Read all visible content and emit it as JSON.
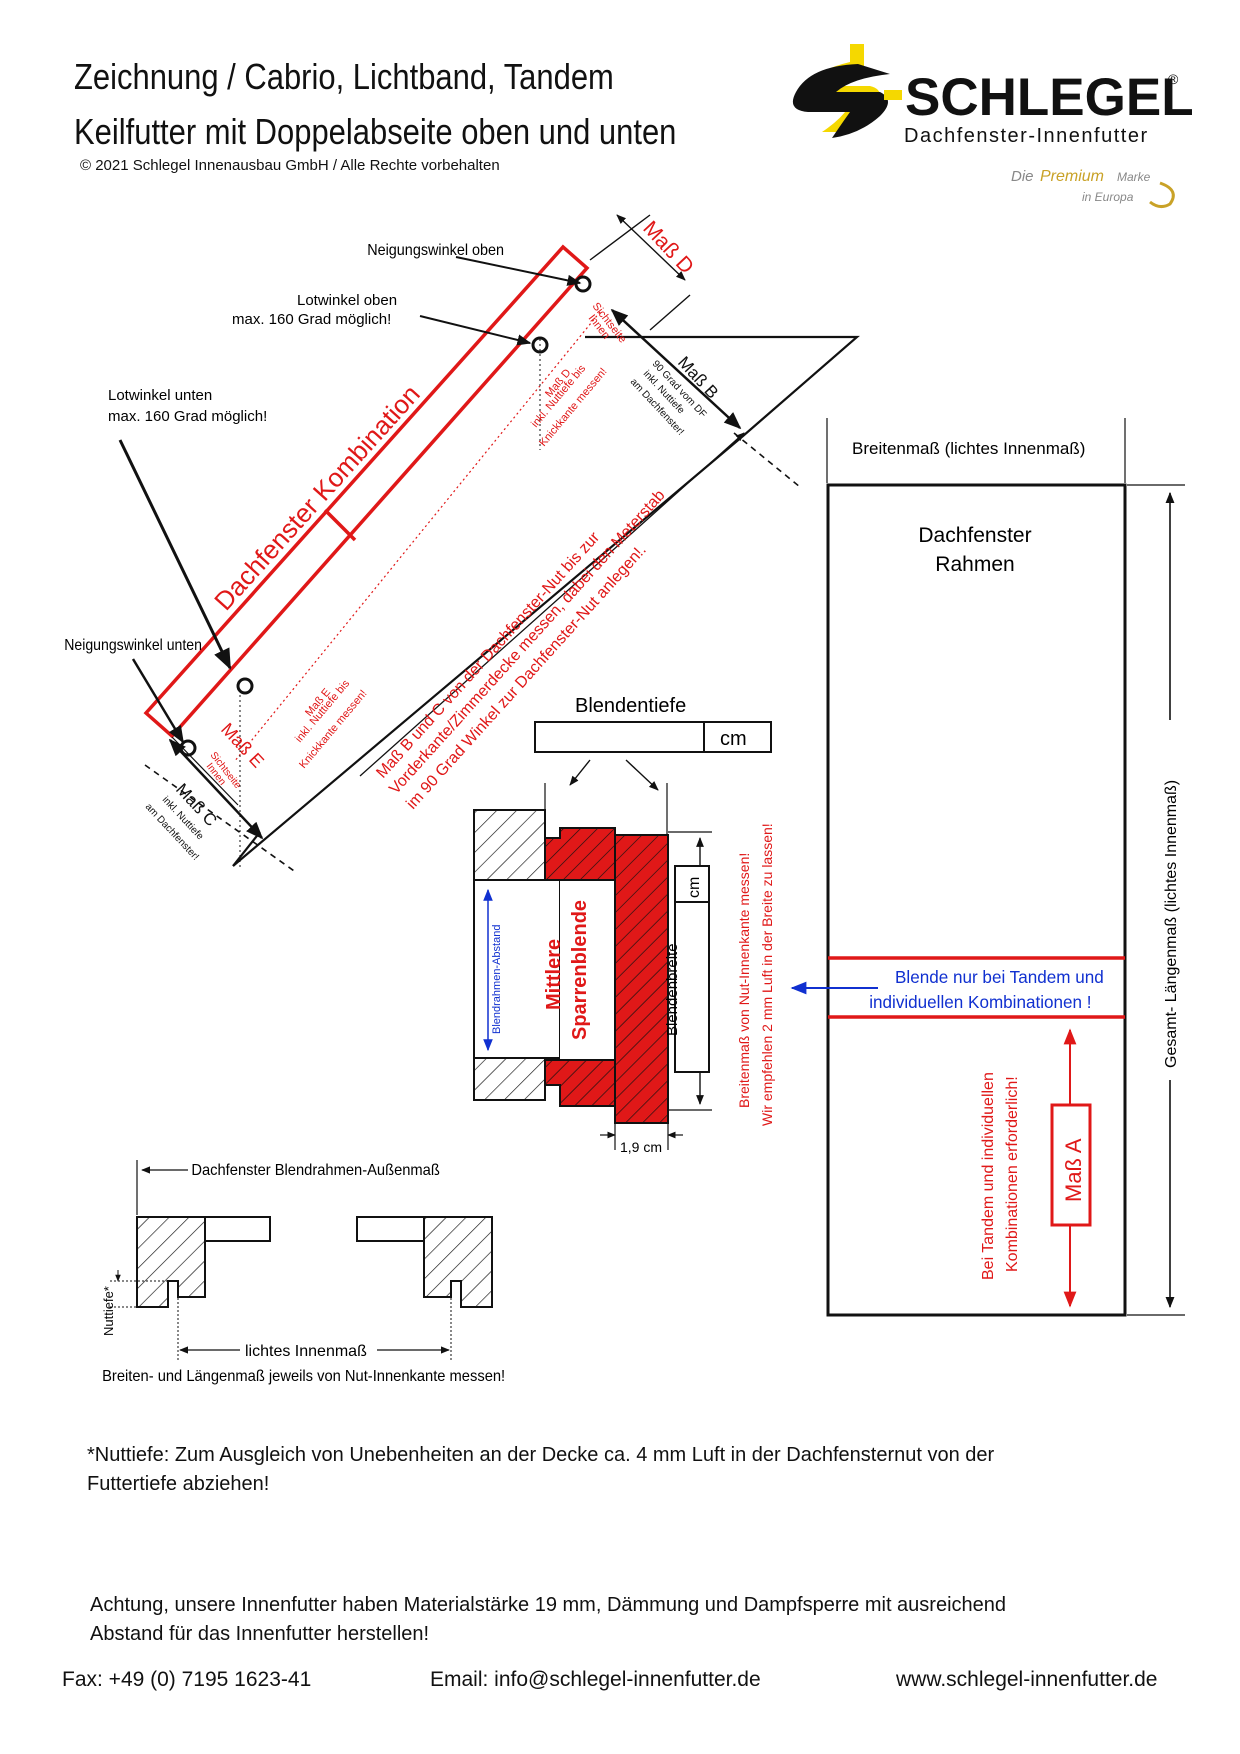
{
  "header": {
    "title_line1": "Zeichnung / Cabrio, Lichtband, Tandem",
    "title_line2": "Keilfutter mit Doppelabseite oben und unten",
    "copyright": "© 2021 Schlegel Innenausbau GmbH / Alle Rechte vorbehalten"
  },
  "logo": {
    "brand": "SCHLEGEL",
    "registered": "®",
    "subtitle": "Dachfenster-Innenfutter",
    "tagline_part1": "Die",
    "tagline_premium": "Premium",
    "tagline_marke": "Marke",
    "tagline_europa": "in Europa",
    "colors": {
      "yellow": "#f5d800",
      "black": "#111111",
      "gold": "#c9a227"
    }
  },
  "colors": {
    "red": "#e01818",
    "blue": "#1030d0",
    "black": "#111111"
  },
  "section_drawing": {
    "neigungswinkel_oben": "Neigungswinkel oben",
    "lotwinkel_oben_1": "Lotwinkel oben",
    "lotwinkel_oben_2": "max. 160 Grad möglich!",
    "lotwinkel_unten_1": "Lotwinkel unten",
    "lotwinkel_unten_2": "max. 160 Grad möglich!",
    "neigungswinkel_unten": "Neigungswinkel unten",
    "dachfenster_kombination": "Dachfenster Kombination",
    "mass_d": "Maß D",
    "mass_e": "Maß E",
    "mass_b": "Maß B",
    "mass_c": "Maß C",
    "sichtseite_1": "Sichtseite",
    "sichtseite_2": "Innen",
    "mass_d_note_1": "Maß D",
    "mass_d_note_2": "inkl. Nuttiefe bis",
    "mass_d_note_3": "Knickkante messen!",
    "mass_e_note_1": "Maß E",
    "mass_e_note_2": "inkl. Nuttiefe bis",
    "mass_e_note_3": "Knickkante messen!",
    "mass_b_note_1": "90 Grad vom DF",
    "mass_b_note_2": "inkl. Nuttiefe",
    "mass_b_note_3": "am Dachfenster!",
    "mass_c_note_1": "inkl. Nuttiefe",
    "mass_c_note_2": "am Dachfenster!",
    "bc_note_1": "Maß B und C von der Dachfenster-Nut bis zur",
    "bc_note_2": "Vorderkante/Zimmerdecke messen, dabei den Meterstab",
    "bc_note_3": "im 90 Grad Winkel zur Dachfenster-Nut anlegen!."
  },
  "section_blende": {
    "blendentiefe": "Blendentiefe",
    "cm": "cm",
    "cm_small": "cm",
    "blendrahmen_abstand": "Blendrahmen-Abstand",
    "mittlere_1": "Mittlere",
    "mittlere_2": "Sparrenblende",
    "blendenbreite": "Blendenbreite",
    "thickness": "1,9 cm",
    "breitenmass_note_1": "Breitenmaß von Nut-Innenkante messen!",
    "breitenmass_note_2": "Wir empfehlen 2 mm Luft in der Breite zu lassen!"
  },
  "section_frame": {
    "breitenmass": "Breitenmaß (lichtes Innenmaß)",
    "rahmen_1": "Dachfenster",
    "rahmen_2": "Rahmen",
    "blende_note_1": "Blende nur bei Tandem und",
    "blende_note_2": "individuellen  Kombinationen !",
    "tandem_note_1": "Bei Tandem und individuellen",
    "tandem_note_2": "Kombinationen erforderlich!",
    "mass_a": "Maß A",
    "gesamt": "Gesamt- Längenmaß (lichtes Innenmaß)"
  },
  "section_profile": {
    "aussenmass": "Dachfenster Blendrahmen-Außenmaß",
    "nuttiefe": "Nuttiefe*",
    "lichtes": "lichtes Innenmaß",
    "breiten_note": "Breiten- und Längenmaß jeweils von Nut-Innenkante messen!"
  },
  "notes": {
    "nuttiefe_1": "*Nuttiefe: Zum Ausgleich von Unebenheiten an der Decke ca. 4 mm Luft in der Dachfensternut von der",
    "nuttiefe_2": "Futtertiefe abziehen!",
    "achtung_1": "Achtung, unsere Innenfutter haben Materialstärke 19 mm, Dämmung und Dampfsperre mit ausreichend",
    "achtung_2": "Abstand für das Innenfutter herstellen!"
  },
  "footer": {
    "fax": "Fax: +49 (0) 7195 1623-41",
    "email": "Email: info@schlegel-innenfutter.de",
    "web": "www.schlegel-innenfutter.de"
  }
}
